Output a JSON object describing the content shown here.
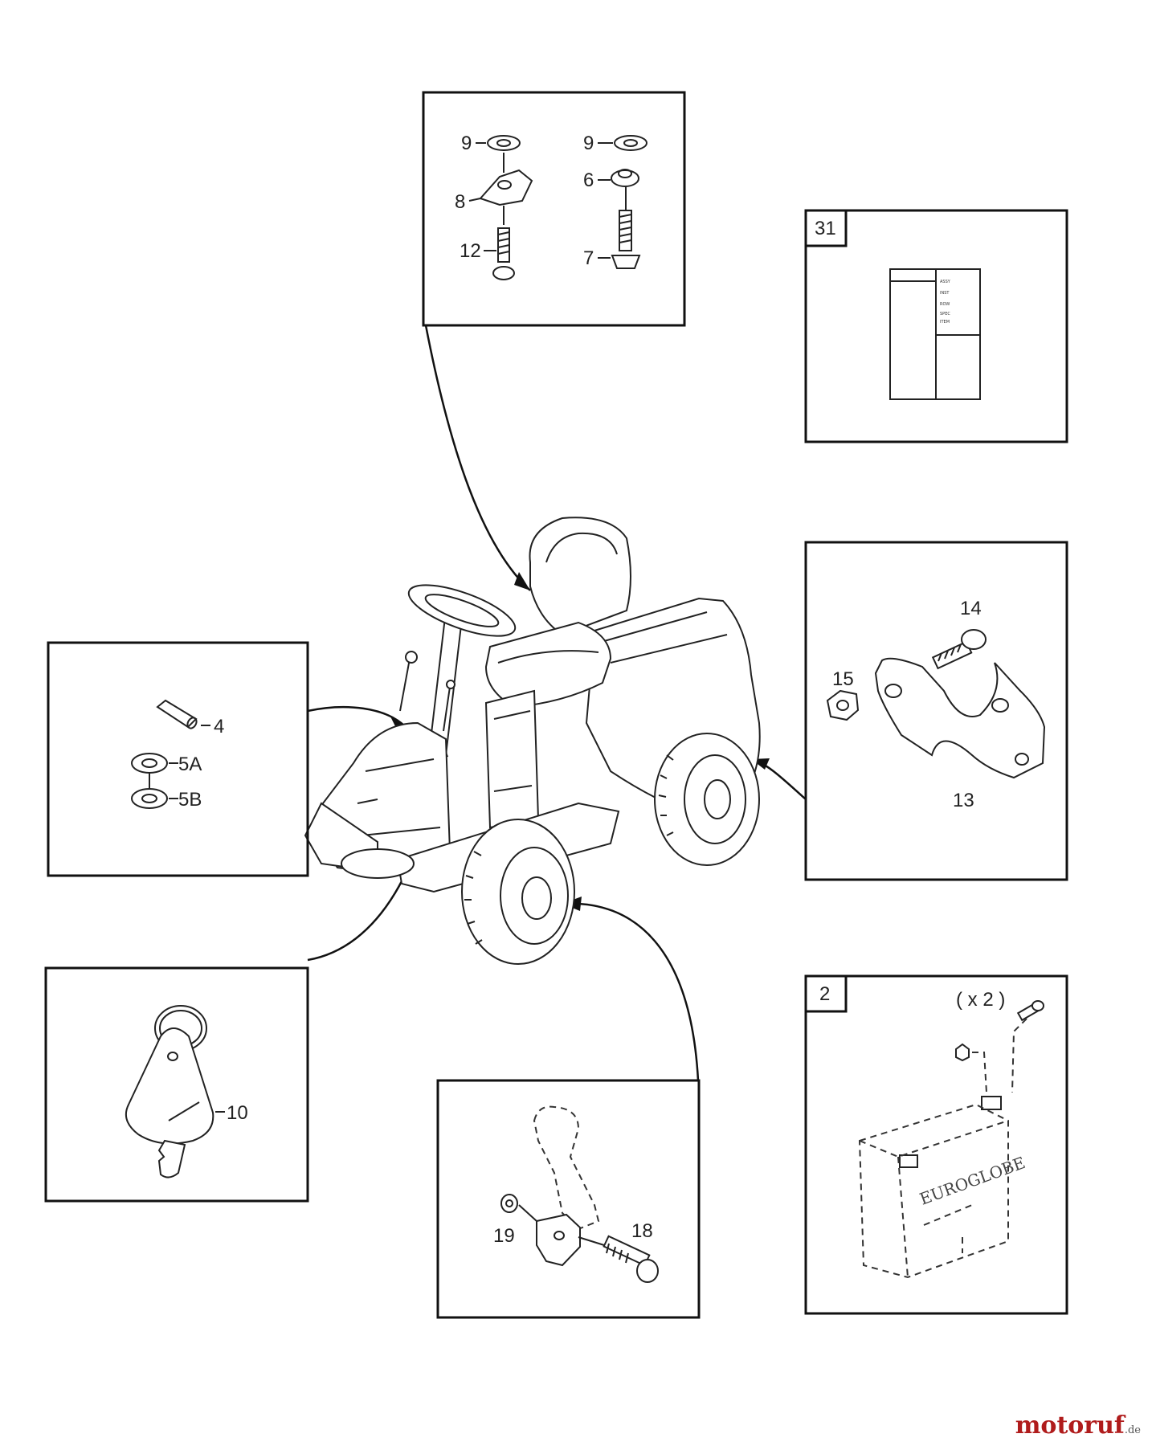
{
  "boxes": {
    "seat_hardware": {
      "labels": [
        "9",
        "8",
        "12",
        "9",
        "6",
        "7"
      ]
    },
    "decal": {
      "tag": "31",
      "sheet_lines": [
        "ASSY",
        "INST",
        "ROW",
        "SPEC",
        "ITEM"
      ]
    },
    "bracket": {
      "labels": [
        "14",
        "15",
        "13"
      ]
    },
    "pin_washers": {
      "labels": [
        "4",
        "5A",
        "5B"
      ]
    },
    "key": {
      "labels": [
        "10"
      ]
    },
    "axle": {
      "labels": [
        "19",
        "18"
      ]
    },
    "battery": {
      "tag": "2",
      "qty": "( x 2 )",
      "brand": "EUROGLOBE"
    }
  },
  "watermark": {
    "text": "motoruf",
    "suffix": ".de"
  }
}
